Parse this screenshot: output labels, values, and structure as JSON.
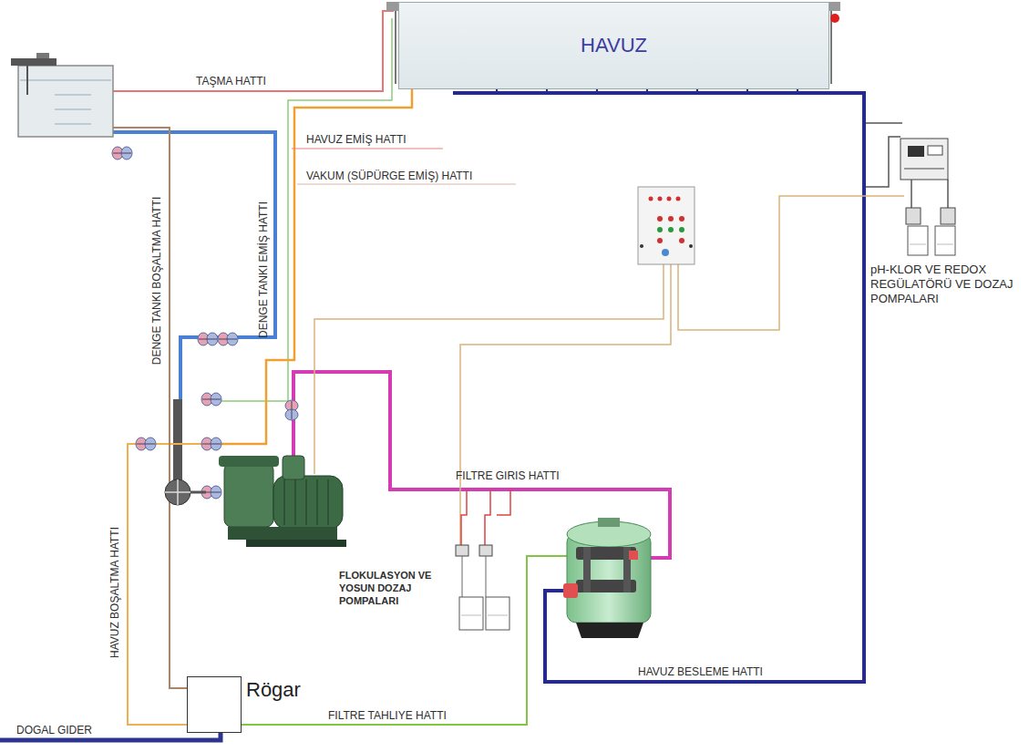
{
  "diagram": {
    "nodes": [
      {
        "text": [
          "HAVUZ"
        ]
      },
      {
        "text": [
          "Rögar"
        ]
      }
    ],
    "labels": [
      "TAŞMA HATTI",
      "HAVUZ EMİŞ HATTI",
      "VAKUM (SÜPÜRGE EMİŞ) HATTI",
      "DENGE TANKI EMİŞ HATTI",
      "DENGE TANKI BOŞALTMA HATTI",
      "pH-KLOR VE REDOX REGÜLATÖRÜ VE DOZAJ POMPALARI",
      "FILTRE GIRIS HATTI",
      "FLOKULASYON VE YOSUN DOZAJ POMPALARI",
      "HAVUZ BOŞALTMA HATTI",
      "HAVUZ BESLEME HATTI",
      "FILTRE TAHLIYE HATTI",
      "DOGAL GIDER"
    ]
  }
}
